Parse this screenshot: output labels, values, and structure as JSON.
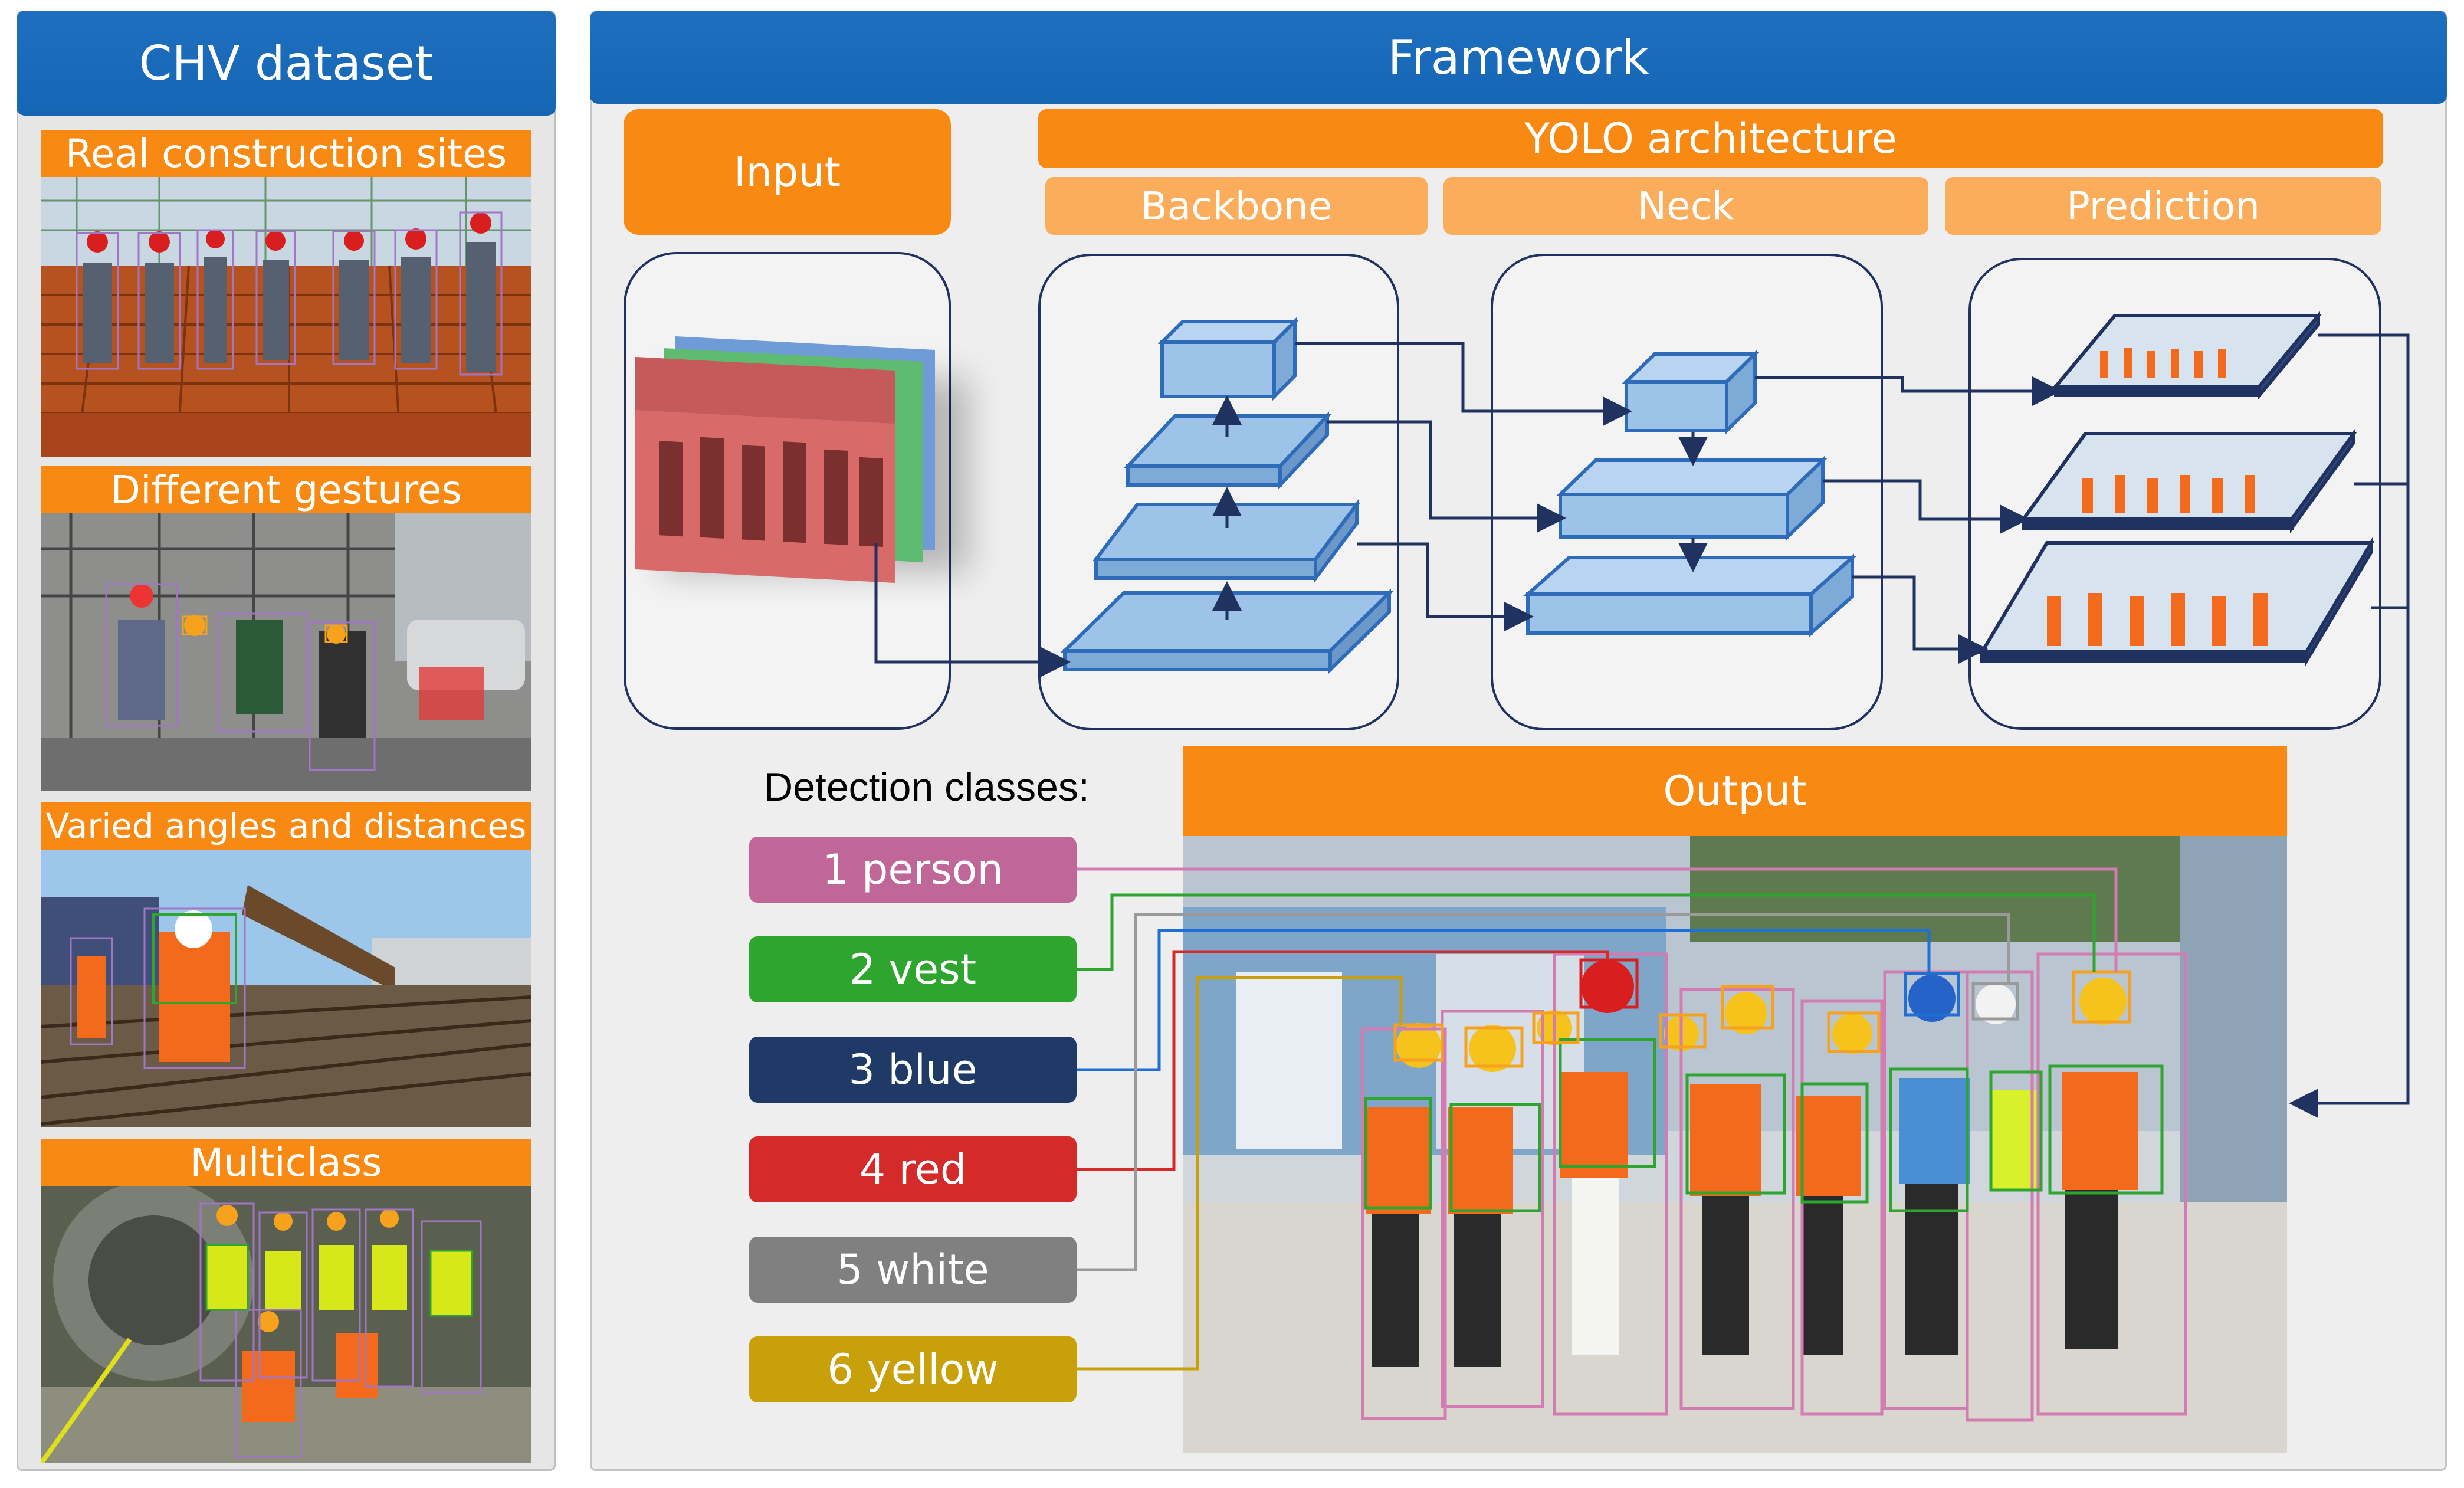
{
  "left": {
    "title": "CHV dataset",
    "sections": [
      {
        "label": "Real construction sites"
      },
      {
        "label": "Different gestures"
      },
      {
        "label": "Varied angles and distances"
      },
      {
        "label": "Multiclass"
      }
    ]
  },
  "right": {
    "title": "Framework",
    "input_label": "Input",
    "yolo_label": "YOLO architecture",
    "backbone_label": "Backbone",
    "neck_label": "Neck",
    "prediction_label": "Prediction",
    "output_label": "Output",
    "detection_title": "Detection classes:",
    "classes": [
      {
        "label": "1 person",
        "color": "#c0679a"
      },
      {
        "label": "2 vest",
        "color": "#2ea52e"
      },
      {
        "label": "3 blue",
        "color": "#1f3a66"
      },
      {
        "label": "4 red",
        "color": "#d42a2a"
      },
      {
        "label": "5 white",
        "color": "#808080"
      },
      {
        "label": "6 yellow",
        "color": "#c7a00a"
      }
    ]
  },
  "colors": {
    "header_blue": "#1566b4",
    "orange": "#f88a14",
    "light_orange": "#fbad5c",
    "layer_blue": "#9ec3e8",
    "arrow_navy": "#1f3260"
  }
}
